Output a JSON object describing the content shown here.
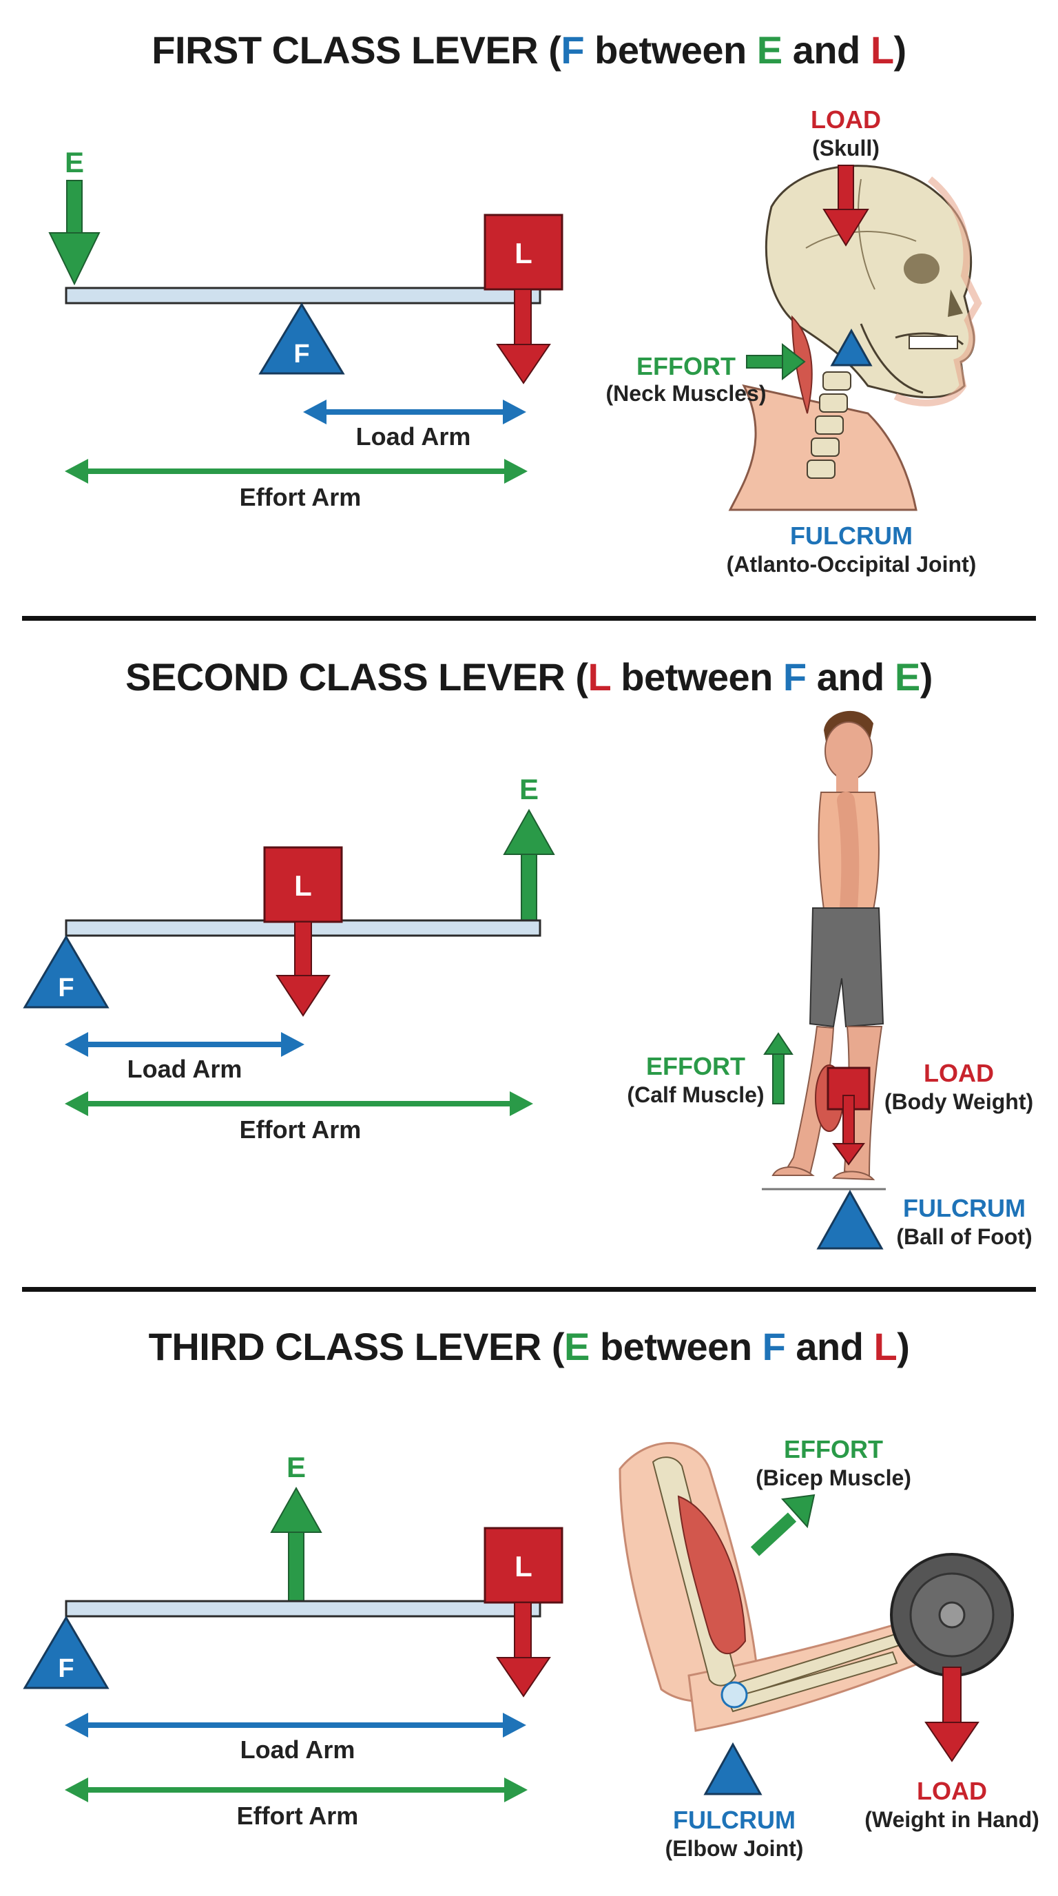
{
  "colors": {
    "effort": "#2a9a48",
    "fulcrum": "#1e73b8",
    "load": "#c8232c",
    "beam": "#cfe0ee",
    "skin": "#f2c0a6",
    "bone": "#e9e1c3",
    "muscle": "#d2574d"
  },
  "first_class": {
    "title_prefix": "FIRST CLASS LEVER (",
    "t1": "F",
    "t2": " between ",
    "t3": "E",
    "t4": " and ",
    "t5": "L",
    "t6": ")",
    "e_letter": "E",
    "f_letter": "F",
    "l_letter": "L",
    "load_arm": "Load Arm",
    "effort_arm": "Effort Arm",
    "anatomy": {
      "load_title": "LOAD",
      "load_sub": "(Skull)",
      "effort_title": "EFFORT",
      "effort_sub": "(Neck Muscles)",
      "fulcrum_title": "FULCRUM",
      "fulcrum_sub": "(Atlanto-Occipital Joint)"
    }
  },
  "second_class": {
    "title_prefix": "SECOND CLASS LEVER (",
    "t1": "L",
    "t2": " between ",
    "t3": "F",
    "t4": " and ",
    "t5": "E",
    "t6": ")",
    "e_letter": "E",
    "f_letter": "F",
    "l_letter": "L",
    "load_arm": "Load Arm",
    "effort_arm": "Effort Arm",
    "anatomy": {
      "effort_title": "EFFORT",
      "effort_sub": "(Calf Muscle)",
      "load_title": "LOAD",
      "load_sub": "(Body Weight)",
      "fulcrum_title": "FULCRUM",
      "fulcrum_sub": "(Ball of Foot)"
    }
  },
  "third_class": {
    "title_prefix": "THIRD CLASS LEVER (",
    "t1": "E",
    "t2": " between ",
    "t3": "F",
    "t4": " and ",
    "t5": "L",
    "t6": ")",
    "e_letter": "E",
    "f_letter": "F",
    "l_letter": "L",
    "load_arm": "Load Arm",
    "effort_arm": "Effort Arm",
    "anatomy": {
      "effort_title": "EFFORT",
      "effort_sub": "(Bicep Muscle)",
      "fulcrum_title": "FULCRUM",
      "fulcrum_sub": "(Elbow Joint)",
      "load_title": "LOAD",
      "load_sub": "(Weight in Hand)"
    }
  }
}
